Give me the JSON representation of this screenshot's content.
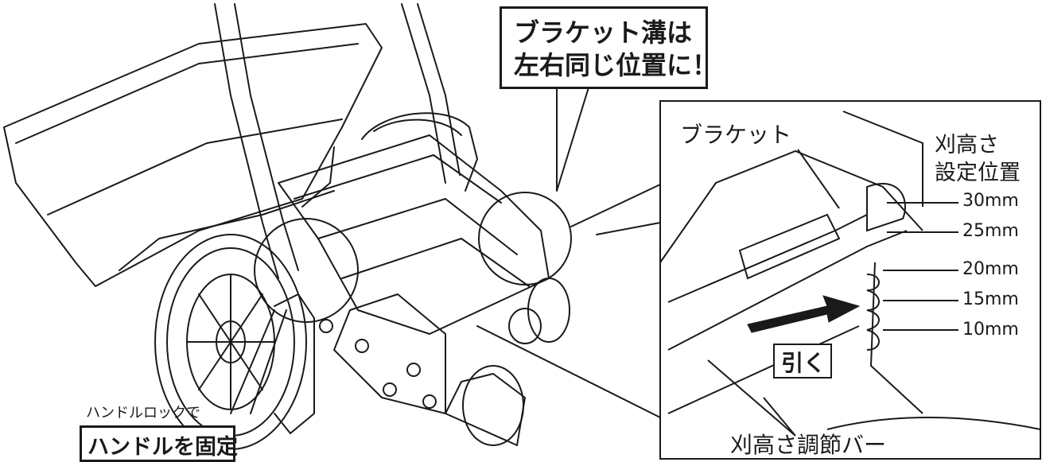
{
  "callouts": {
    "bracket_note_line1": "ブラケット溝は",
    "bracket_note_line2": "左右同じ位置に！",
    "handle_lock_small": "ハンドルロックで",
    "handle_lock_big": "ハンドルを固定"
  },
  "inset": {
    "bracket_label": "ブラケット",
    "height_label_line1": "刈高さ",
    "height_label_line2": "設定位置",
    "pull_label": "引く",
    "bar_label": "刈高さ調節バー",
    "heights": [
      "30mm",
      "25mm",
      "20mm",
      "15mm",
      "10mm"
    ]
  },
  "colors": {
    "ink": "#1a1a1a",
    "paper": "#ffffff"
  }
}
